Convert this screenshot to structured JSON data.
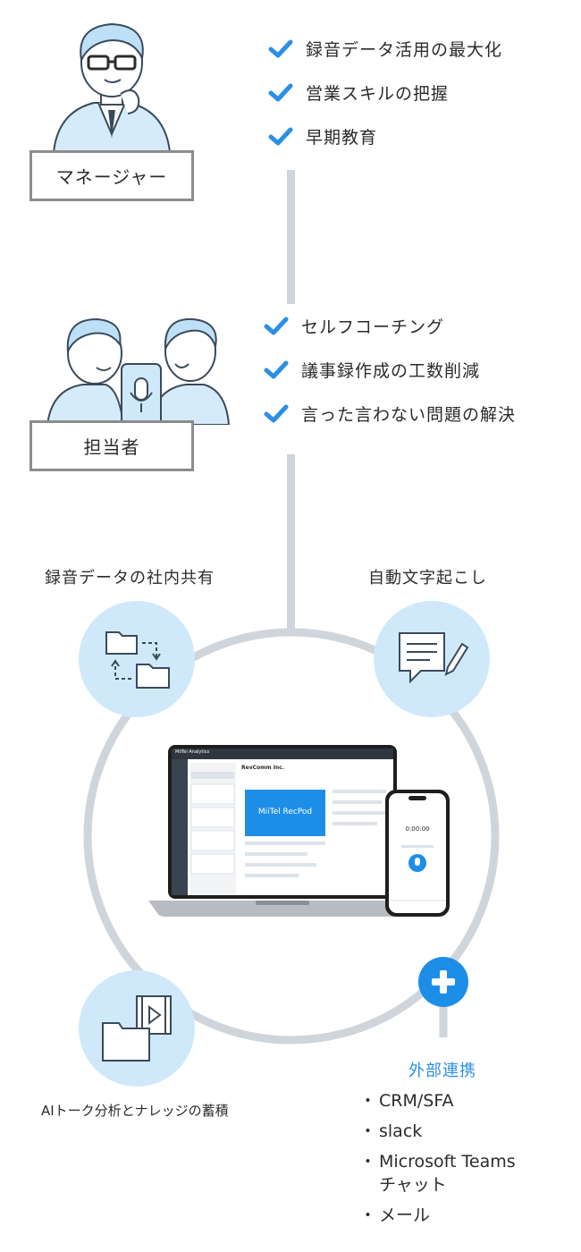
{
  "manager": {
    "role_label": "マネージャー",
    "items": [
      "録音データ活用の最大化",
      "営業スキルの把握",
      "早期教育"
    ]
  },
  "staff": {
    "role_label": "担当者",
    "items": [
      "セルフコーチング",
      "議事録作成の工数削減",
      "言った言わない問題の解決"
    ]
  },
  "features": {
    "sharing": "録音データの社内共有",
    "transcription": "自動文字起こし",
    "analysis": "AIトーク分析とナレッジの蓄積"
  },
  "device_screen": {
    "laptop_company": "RevComm Inc.",
    "app_name": "MiiTel Analytics",
    "banner_text": "MiiTel RecPod",
    "phone_timer": "0:00:00"
  },
  "integrations": {
    "title": "外部連携",
    "items": [
      "CRM/SFA",
      "slack",
      "Microsoft Teams",
      "メール"
    ],
    "teams_sub": "チャット"
  },
  "colors": {
    "check": "#2b8fe6",
    "accent_blue": "#1d8ee8",
    "circle_fill": "#cfe9fb",
    "line_gray": "#cfd5da"
  }
}
